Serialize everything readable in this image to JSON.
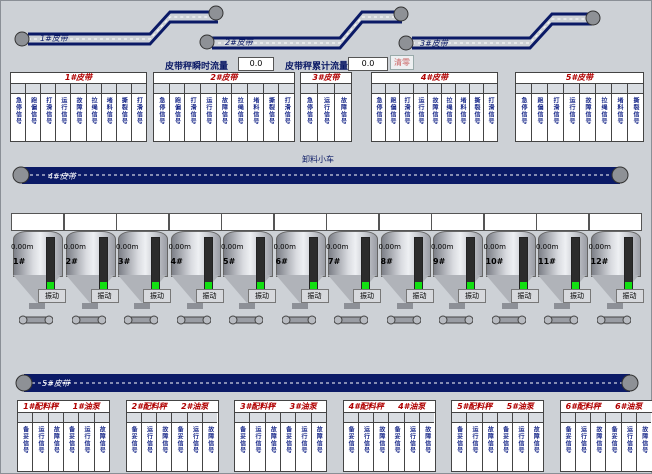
{
  "colors": {
    "belt": "#0b1a66",
    "title_red": "#b00000",
    "gauge_fill": "#12e012"
  },
  "belts": {
    "b1": "1#皮带",
    "b2": "2#皮带",
    "b3": "3#皮带",
    "b4": "4#皮带",
    "b5": "5#皮带"
  },
  "topbar": {
    "instant_label": "皮带秤瞬时流量",
    "instant_value": "0.0",
    "total_label": "皮带秤累计流量",
    "total_value": "0.0",
    "reset_button": "清零"
  },
  "top_panels": [
    {
      "title": "1#皮带",
      "cols": [
        "急停信号",
        "跑偏信号",
        "打滑信号",
        "运行信号",
        "故障信号",
        "拉绳信号",
        "堵料信号",
        "撕裂信号",
        "打滑信号"
      ]
    },
    {
      "title": "2#皮带",
      "cols": [
        "急停信号",
        "跑偏信号",
        "打滑信号",
        "运行信号",
        "故障信号",
        "拉绳信号",
        "堵料信号",
        "撕裂信号",
        "打滑信号"
      ]
    },
    {
      "title": "3#皮带",
      "cols": [
        "急停信号",
        "运行信号",
        "故障信号"
      ]
    },
    {
      "title": "4#皮带",
      "cols": [
        "急停信号",
        "跑偏信号",
        "打滑信号",
        "运行信号",
        "故障信号",
        "拉绳信号",
        "堵料信号",
        "撕裂信号",
        "打滑信号"
      ]
    },
    {
      "title": "5#皮带",
      "cols": [
        "急停信号",
        "跑偏信号",
        "打滑信号",
        "运行信号",
        "故障信号",
        "拉绳信号",
        "堵料信号",
        "撕裂信号"
      ]
    }
  ],
  "mid_label": "卸料小车",
  "silos": [
    {
      "num": "1#",
      "level": "0.00m",
      "btn": "振动",
      "fill": 0.25
    },
    {
      "num": "2#",
      "level": "0.00m",
      "btn": "振动",
      "fill": 0.25
    },
    {
      "num": "3#",
      "level": "0.00m",
      "btn": "振动",
      "fill": 0.25
    },
    {
      "num": "4#",
      "level": "0.00m",
      "btn": "振动",
      "fill": 0.25
    },
    {
      "num": "5#",
      "level": "0.00m",
      "btn": "振动",
      "fill": 0.25
    },
    {
      "num": "6#",
      "level": "0.00m",
      "btn": "振动",
      "fill": 0.25
    },
    {
      "num": "7#",
      "level": "0.00m",
      "btn": "振动",
      "fill": 0.25
    },
    {
      "num": "8#",
      "level": "0.00m",
      "btn": "振动",
      "fill": 0.25
    },
    {
      "num": "9#",
      "level": "0.00m",
      "btn": "振动",
      "fill": 0.25
    },
    {
      "num": "10#",
      "level": "0.00m",
      "btn": "振动",
      "fill": 0.25
    },
    {
      "num": "11#",
      "level": "0.00m",
      "btn": "振动",
      "fill": 0.25
    },
    {
      "num": "12#",
      "level": "0.00m",
      "btn": "振动",
      "fill": 0.25
    }
  ],
  "bottom_panels": [
    {
      "left": "1#配料秤",
      "right": "1#油泵",
      "cols": [
        "备妥信号",
        "运行信号",
        "故障信号",
        "备妥信号",
        "运行信号",
        "故障信号"
      ]
    },
    {
      "left": "2#配料秤",
      "right": "2#油泵",
      "cols": [
        "备妥信号",
        "运行信号",
        "故障信号",
        "备妥信号",
        "运行信号",
        "故障信号"
      ]
    },
    {
      "left": "3#配料秤",
      "right": "3#油泵",
      "cols": [
        "备妥信号",
        "运行信号",
        "故障信号",
        "备妥信号",
        "运行信号",
        "故障信号"
      ]
    },
    {
      "left": "4#配料秤",
      "right": "4#油泵",
      "cols": [
        "备妥信号",
        "运行信号",
        "故障信号",
        "备妥信号",
        "运行信号",
        "故障信号"
      ]
    },
    {
      "left": "5#配料秤",
      "right": "5#油泵",
      "cols": [
        "备妥信号",
        "运行信号",
        "故障信号",
        "备妥信号",
        "运行信号",
        "故障信号"
      ]
    },
    {
      "left": "6#配料秤",
      "right": "6#油泵",
      "cols": [
        "备妥信号",
        "运行信号",
        "故障信号",
        "备妥信号",
        "运行信号",
        "故障信号"
      ]
    }
  ]
}
